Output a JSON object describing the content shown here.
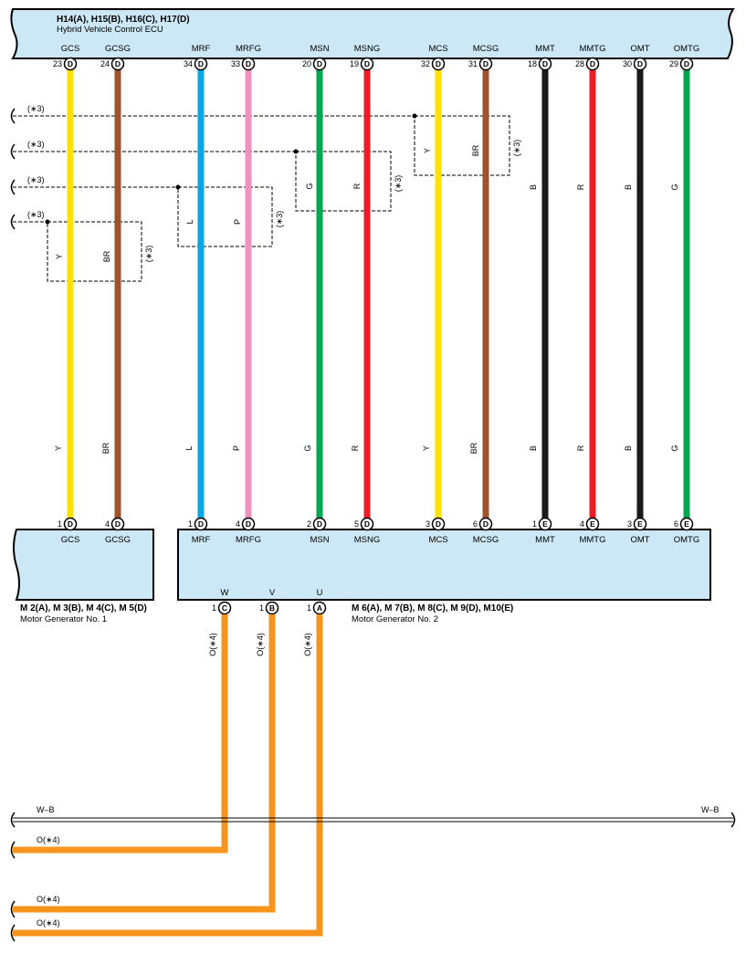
{
  "ecu": {
    "connectors": "H14(A), H15(B), H16(C), H17(D)",
    "name": "Hybrid Vehicle Control ECU"
  },
  "mg1": {
    "connectors": "M 2(A), M 3(B), M 4(C), M 5(D)",
    "name": "Motor Generator No. 1"
  },
  "mg2": {
    "connectors": "M 6(A), M 7(B), M 8(C), M 9(D), M10(E)",
    "name": "Motor Generator No. 2"
  },
  "colors": {
    "Y": "#ffe000",
    "BR": "#a0522d",
    "L": "#00a9e6",
    "P": "#f08fc0",
    "G": "#00a651",
    "R": "#ee1c25",
    "B": "#1a1a1a",
    "O": "#f7941d",
    "box": "#cce8f6"
  },
  "wires": [
    {
      "top_label": "GCS",
      "top_pin": "23",
      "top_conn": "D",
      "color": "Y",
      "bot_pin": "1",
      "bot_conn": "D",
      "bot_label": "GCS",
      "mid_label": "Y"
    },
    {
      "top_label": "GCSG",
      "top_pin": "24",
      "top_conn": "D",
      "color": "BR",
      "bot_pin": "4",
      "bot_conn": "D",
      "bot_label": "GCSG",
      "mid_label": "BR"
    },
    {
      "top_label": "MRF",
      "top_pin": "34",
      "top_conn": "D",
      "color": "L",
      "bot_pin": "1",
      "bot_conn": "D",
      "bot_label": "MRF",
      "mid_label": "L"
    },
    {
      "top_label": "MRFG",
      "top_pin": "33",
      "top_conn": "D",
      "color": "P",
      "bot_pin": "4",
      "bot_conn": "D",
      "bot_label": "MRFG",
      "mid_label": "P"
    },
    {
      "top_label": "MSN",
      "top_pin": "20",
      "top_conn": "D",
      "color": "G",
      "bot_pin": "2",
      "bot_conn": "D",
      "bot_label": "MSN",
      "mid_label": "G"
    },
    {
      "top_label": "MSNG",
      "top_pin": "19",
      "top_conn": "D",
      "color": "R",
      "bot_pin": "5",
      "bot_conn": "D",
      "bot_label": "MSNG",
      "mid_label": "R"
    },
    {
      "top_label": "MCS",
      "top_pin": "32",
      "top_conn": "D",
      "color": "Y",
      "bot_pin": "3",
      "bot_conn": "D",
      "bot_label": "MCS",
      "mid_label": "Y"
    },
    {
      "top_label": "MCSG",
      "top_pin": "31",
      "top_conn": "D",
      "color": "BR",
      "bot_pin": "6",
      "bot_conn": "D",
      "bot_label": "MCSG",
      "mid_label": "BR"
    },
    {
      "top_label": "MMT",
      "top_pin": "18",
      "top_conn": "D",
      "color": "B",
      "bot_pin": "1",
      "bot_conn": "E",
      "bot_label": "MMT",
      "mid_label": "B"
    },
    {
      "top_label": "MMTG",
      "top_pin": "28",
      "top_conn": "D",
      "color": "R",
      "bot_pin": "4",
      "bot_conn": "E",
      "bot_label": "MMTG",
      "mid_label": "R"
    },
    {
      "top_label": "OMT",
      "top_pin": "30",
      "top_conn": "D",
      "color": "B",
      "bot_pin": "3",
      "bot_conn": "E",
      "bot_label": "OMT",
      "mid_label": "B"
    },
    {
      "top_label": "OMTG",
      "top_pin": "29",
      "top_conn": "D",
      "color": "G",
      "bot_pin": "6",
      "bot_conn": "E",
      "bot_label": "OMTG",
      "mid_label": "G"
    }
  ],
  "shields": [
    {
      "note": "(∗3)",
      "labels": [
        "Y",
        "BR"
      ],
      "tag": "(∗3)"
    },
    {
      "note": "(∗3)",
      "labels": [
        "L",
        "P"
      ],
      "tag": "(∗3)"
    },
    {
      "note": "(∗3)",
      "labels": [
        "G",
        "R"
      ],
      "tag": "(∗3)"
    },
    {
      "note": "(∗3)",
      "labels": [
        "Y",
        "BR"
      ],
      "tag": "(∗3)"
    }
  ],
  "phases": [
    {
      "label": "W",
      "pin": "1",
      "conn": "C",
      "wire_label": "O(∗4)",
      "left_label": "O(∗4)"
    },
    {
      "label": "V",
      "pin": "1",
      "conn": "B",
      "wire_label": "O(∗4)",
      "left_label": "O(∗4)"
    },
    {
      "label": "U",
      "pin": "1",
      "conn": "A",
      "wire_label": "O(∗4)",
      "left_label": "O(∗4)"
    }
  ],
  "bus": {
    "left_label": "W–B",
    "right_label": "W–B"
  }
}
